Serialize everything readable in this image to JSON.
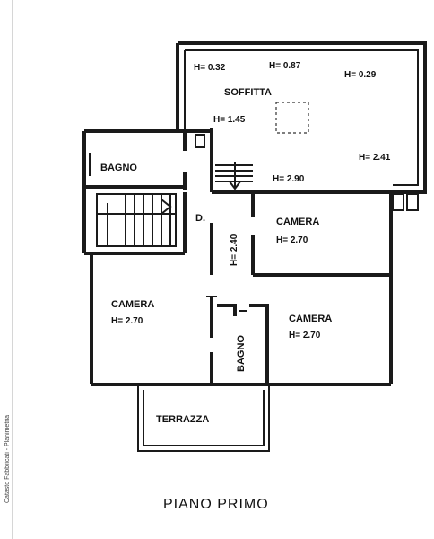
{
  "plan": {
    "title": "PIANO PRIMO",
    "side_note": "Catasto Fabbricati - Planimetria",
    "rooms": {
      "soffitta": "SOFFITTA",
      "bagno_top": "BAGNO",
      "disimpegno": "D.",
      "camera_right": "CAMERA",
      "camera_left": "CAMERA",
      "camera_center": "CAMERA",
      "bagno_small": "BAGNO",
      "terrazza": "TERRAZZA"
    },
    "heights": {
      "soffitta_1": "H= 0.32",
      "soffitta_2": "H= 0.87",
      "soffitta_3": "H= 0.29",
      "soffitta_4": "H= 1.45",
      "soffitta_5": "H= 2.41",
      "soffitta_6": "H= 2.90",
      "disimpegno": "H= 2.40",
      "camera_right": "H= 2.70",
      "camera_left": "H= 2.70",
      "camera_center": "H= 2.70"
    }
  }
}
